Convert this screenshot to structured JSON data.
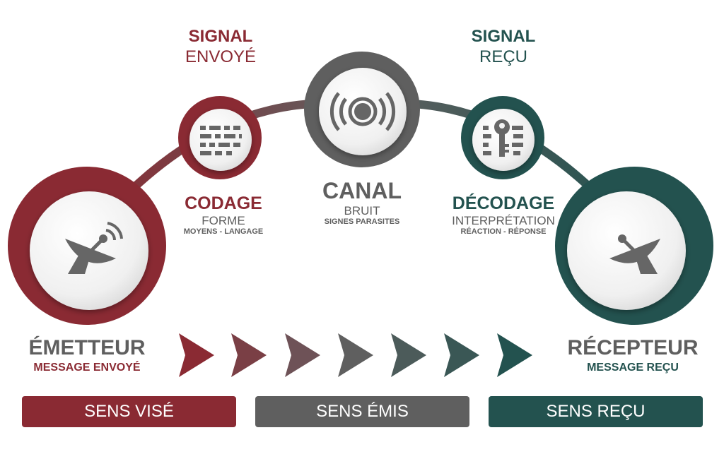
{
  "colors": {
    "sender": "#8a2a33",
    "channel": "#5f5f5f",
    "receiver": "#23524f"
  },
  "signal_sent": {
    "title": "SIGNAL",
    "subtitle": "ENVOYÉ"
  },
  "signal_received": {
    "title": "SIGNAL",
    "subtitle": "REÇU"
  },
  "coding": {
    "title": "CODAGE",
    "line1": "FORME",
    "line2": "MOYENS - LANGAGE"
  },
  "channel": {
    "title": "CANAL",
    "line1": "BRUIT",
    "line2": "SIGNES PARASITES"
  },
  "decoding": {
    "title": "DÉCODAGE",
    "line1": "INTERPRÉTATION",
    "line2": "RÉACTION - RÉPONSE"
  },
  "sender": {
    "title": "ÉMETTEUR",
    "subtitle": "MESSAGE ENVOYÉ"
  },
  "receiver": {
    "title": "RÉCEPTEUR",
    "subtitle": "MESSAGE REÇU"
  },
  "bars": {
    "intended": "SENS VISÉ",
    "emitted": "SENS ÉMIS",
    "received": "SENS REÇU"
  },
  "icons": [
    "satellite-dish-icon",
    "binary-code-icon",
    "broadcast-signal-icon",
    "key-code-icon",
    "satellite-dish-icon"
  ]
}
